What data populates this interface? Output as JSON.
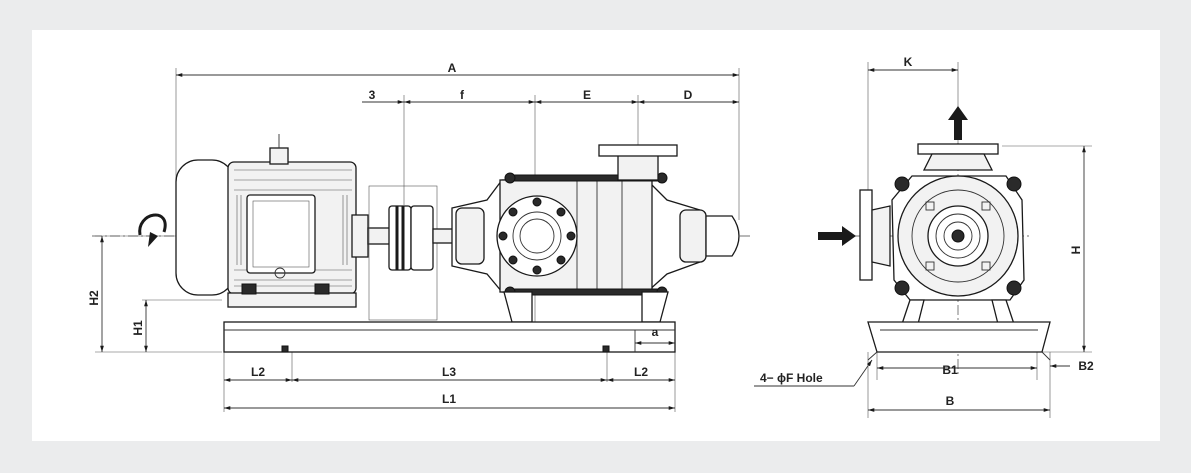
{
  "labels": {
    "A": "A",
    "three": "3",
    "f": "f",
    "E": "E",
    "D": "D",
    "H2": "H2",
    "H1": "H1",
    "a": "a",
    "L2_left": "L2",
    "L3": "L3",
    "L2_right": "L2",
    "L1": "L1",
    "K": "K",
    "H": "H",
    "B1": "B1",
    "B2": "B2",
    "B": "B",
    "hole": "4− ϕF Hole"
  },
  "colors": {
    "background": "#ebeced",
    "panel": "#ffffff",
    "line": "#1a1a1a"
  }
}
